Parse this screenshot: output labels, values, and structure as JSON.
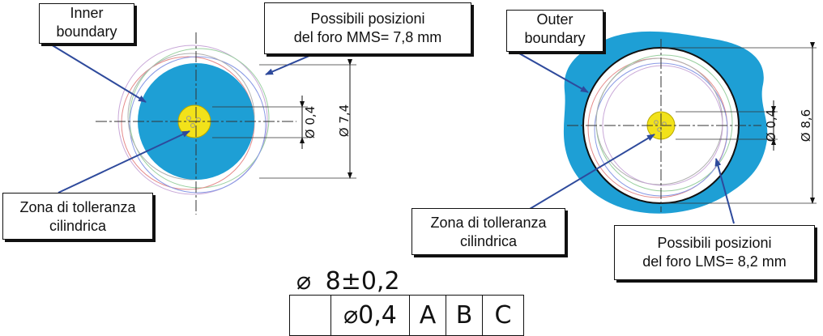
{
  "left_view": {
    "inner_label": "Inner\nboundary",
    "positions_label": "Possibili posizioni\ndel foro MMS= 7,8 mm",
    "zone_label": "Zona di tolleranza\ncilindrica",
    "dim_small": "Ø 0,4",
    "dim_large": "Ø 7,4"
  },
  "right_view": {
    "outer_label": "Outer\nboundary",
    "positions_label": "Possibili posizioni\ndel foro LMS= 8,2 mm",
    "zone_label": "Zona di tolleranza\ncilindrica",
    "dim_small": "Ø 0,4",
    "dim_large": "Ø 8,6"
  },
  "size_note": {
    "symbol": "⌀",
    "value": "8±0,2"
  },
  "feature_control_frame": {
    "tolerance": "⌀0,4",
    "datums": [
      "A",
      "B",
      "C"
    ]
  },
  "colors": {
    "boundary_fill": "#1e9fd5",
    "zone_fill": "#f2e21a",
    "leader": "#2e4a9c"
  }
}
